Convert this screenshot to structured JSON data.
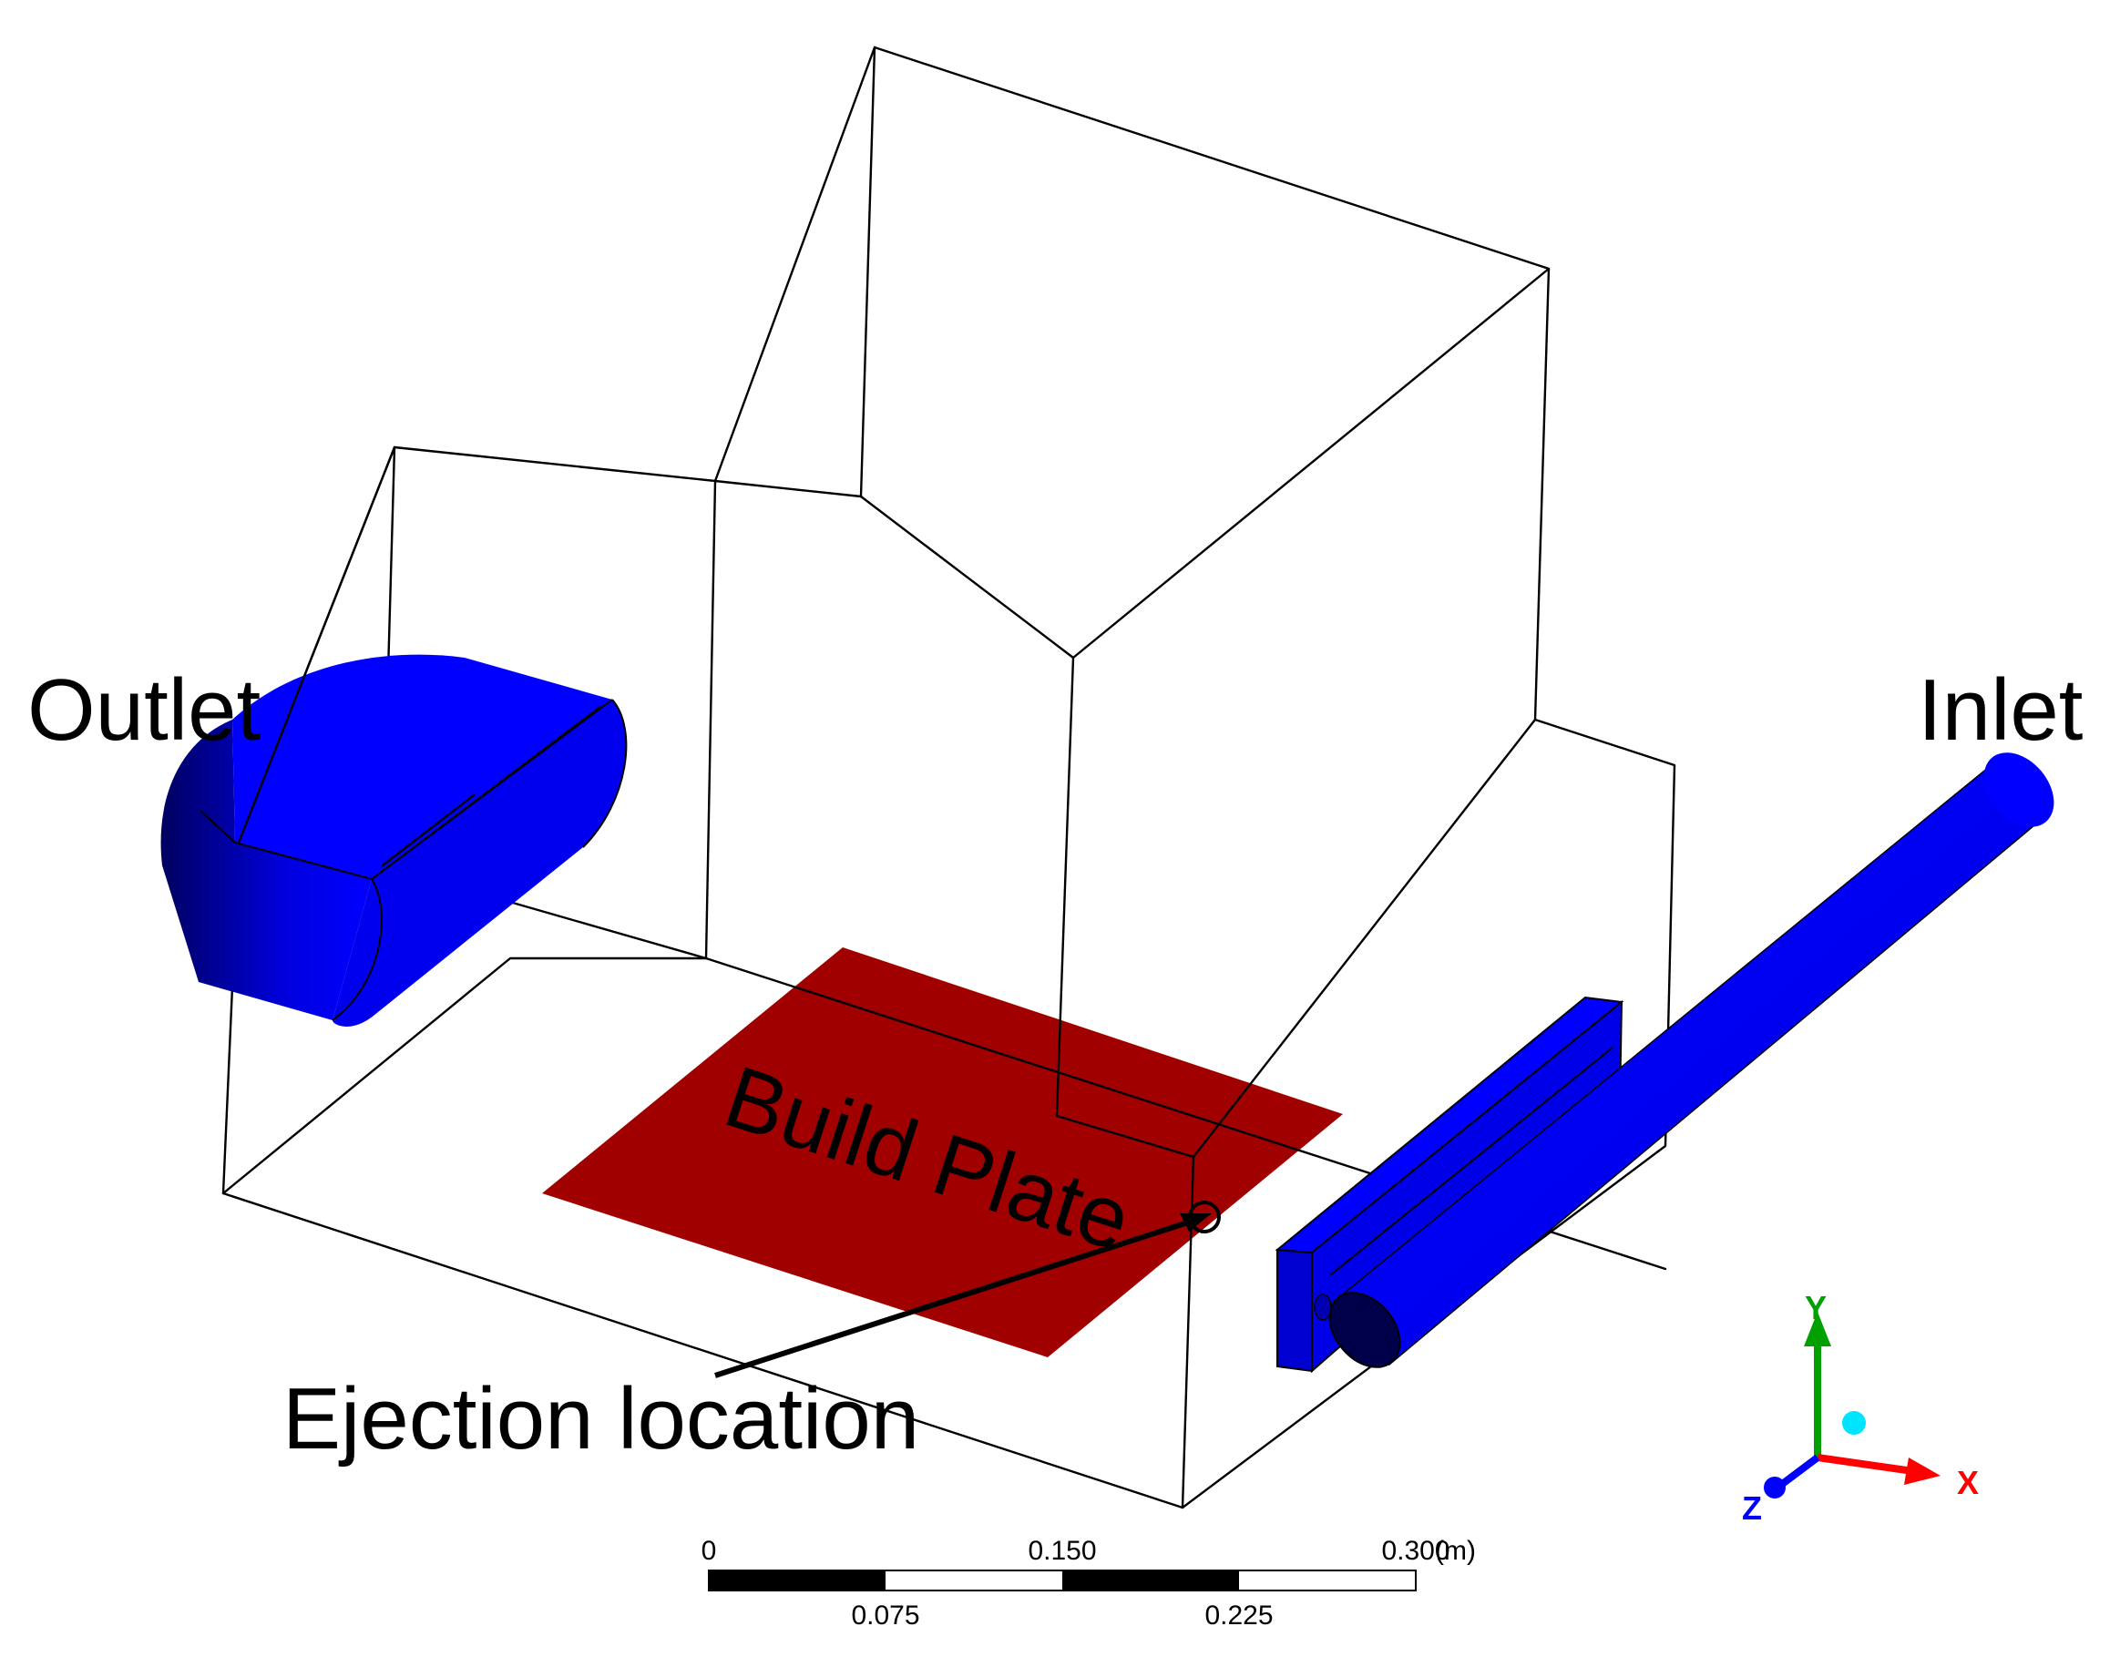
{
  "labels": {
    "outlet": "Outlet",
    "inlet": "Inlet",
    "build_plate": "Build Plate",
    "ejection_location": "Ejection location"
  },
  "scale_bar": {
    "ticks_top": [
      "0",
      "0.150",
      "0.300"
    ],
    "unit": "(m)",
    "ticks_bottom": [
      "0.075",
      "0.225"
    ]
  },
  "triad": {
    "x": "X",
    "y": "Y",
    "z": "Z"
  },
  "colors": {
    "inlet_outlet": "#0000ff",
    "inlet_outlet_shade": "#000080",
    "build_plate": "#a00000",
    "x_axis": "#ff0000",
    "y_axis": "#00a000",
    "z_axis": "#0000ff",
    "origin_marker": "#00e5ff"
  }
}
